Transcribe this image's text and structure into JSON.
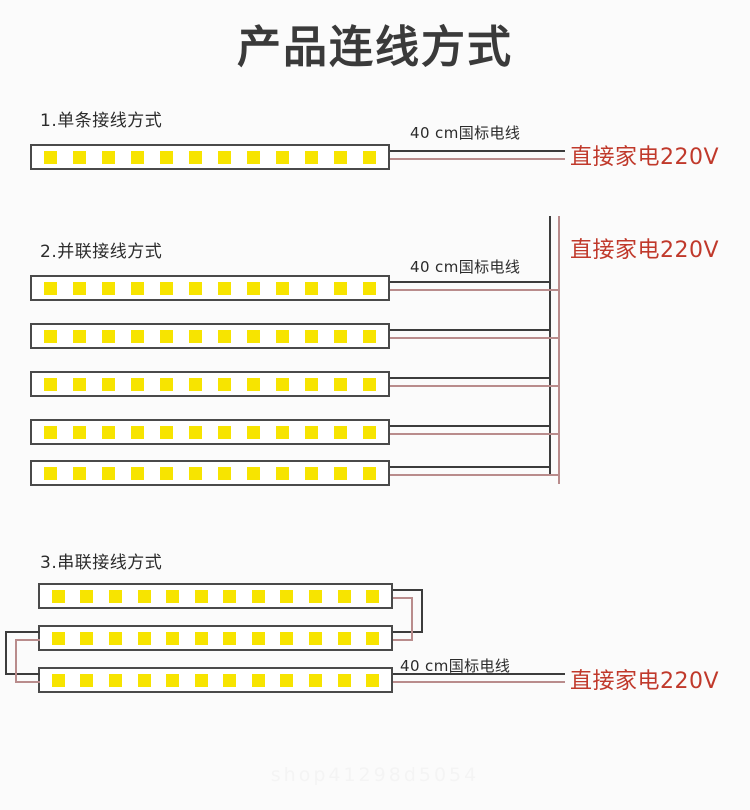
{
  "page": {
    "title": "产品连线方式",
    "watermark": "shop41298d5054"
  },
  "colors": {
    "title": "#3a3a3a",
    "voltage_red": "#c0392b",
    "led_yellow": "#f7e400",
    "strip_border": "#4a4a4a",
    "wire_black": "#3c3c3c",
    "wire_red": "#b98c8c",
    "background": "#fbfbfb"
  },
  "sections": [
    {
      "id": "single",
      "label": "1.单条接线方式",
      "strip_count": 1,
      "leds_per_strip": 12,
      "wire_label": "40 cm国标电线",
      "voltage_label": "直接家电220V"
    },
    {
      "id": "parallel",
      "label": "2.并联接线方式",
      "strip_count": 5,
      "leds_per_strip": 12,
      "wire_label": "40 cm国标电线",
      "voltage_label": "直接家电220V"
    },
    {
      "id": "series",
      "label": "3.串联接线方式",
      "strip_count": 3,
      "leds_per_strip": 12,
      "wire_label": "40 cm国标电线",
      "voltage_label": "直接家电220V"
    }
  ]
}
